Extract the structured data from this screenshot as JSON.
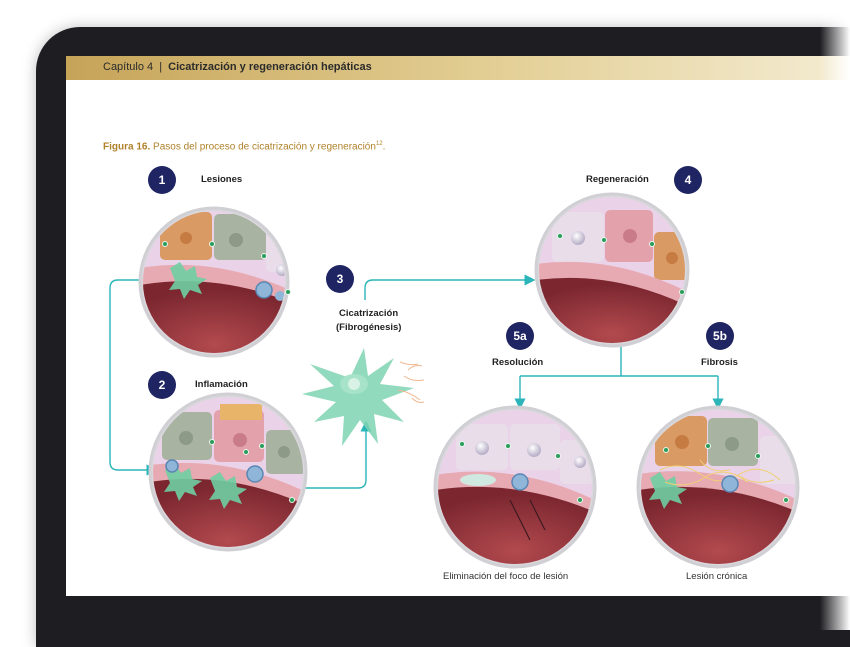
{
  "header": {
    "chapter": "Capítulo 4",
    "separator": "|",
    "section": "Cicatrización y regeneración hepáticas"
  },
  "figure": {
    "number": "Figura 16.",
    "title": "Pasos del proceso de cicatrización y regeneración",
    "reference": "12",
    "end": "."
  },
  "steps": [
    {
      "badge": "1",
      "label": "Lesiones"
    },
    {
      "badge": "2",
      "label": "Inflamación"
    },
    {
      "badge": "3",
      "label_line1": "Cicatrización",
      "label_line2": "(Fibrogénesis)"
    },
    {
      "badge": "4",
      "label": "Regeneración"
    },
    {
      "badge": "5a",
      "label": "Resolución",
      "caption": "Eliminación del foco de lesión"
    },
    {
      "badge": "5b",
      "label": "Fibrosis",
      "caption": "Lesión crónica"
    }
  ],
  "colors": {
    "badge": "#1f2462",
    "connector": "#2bb5b8",
    "title": "#b0822c",
    "header_gold": "#c6a458"
  }
}
